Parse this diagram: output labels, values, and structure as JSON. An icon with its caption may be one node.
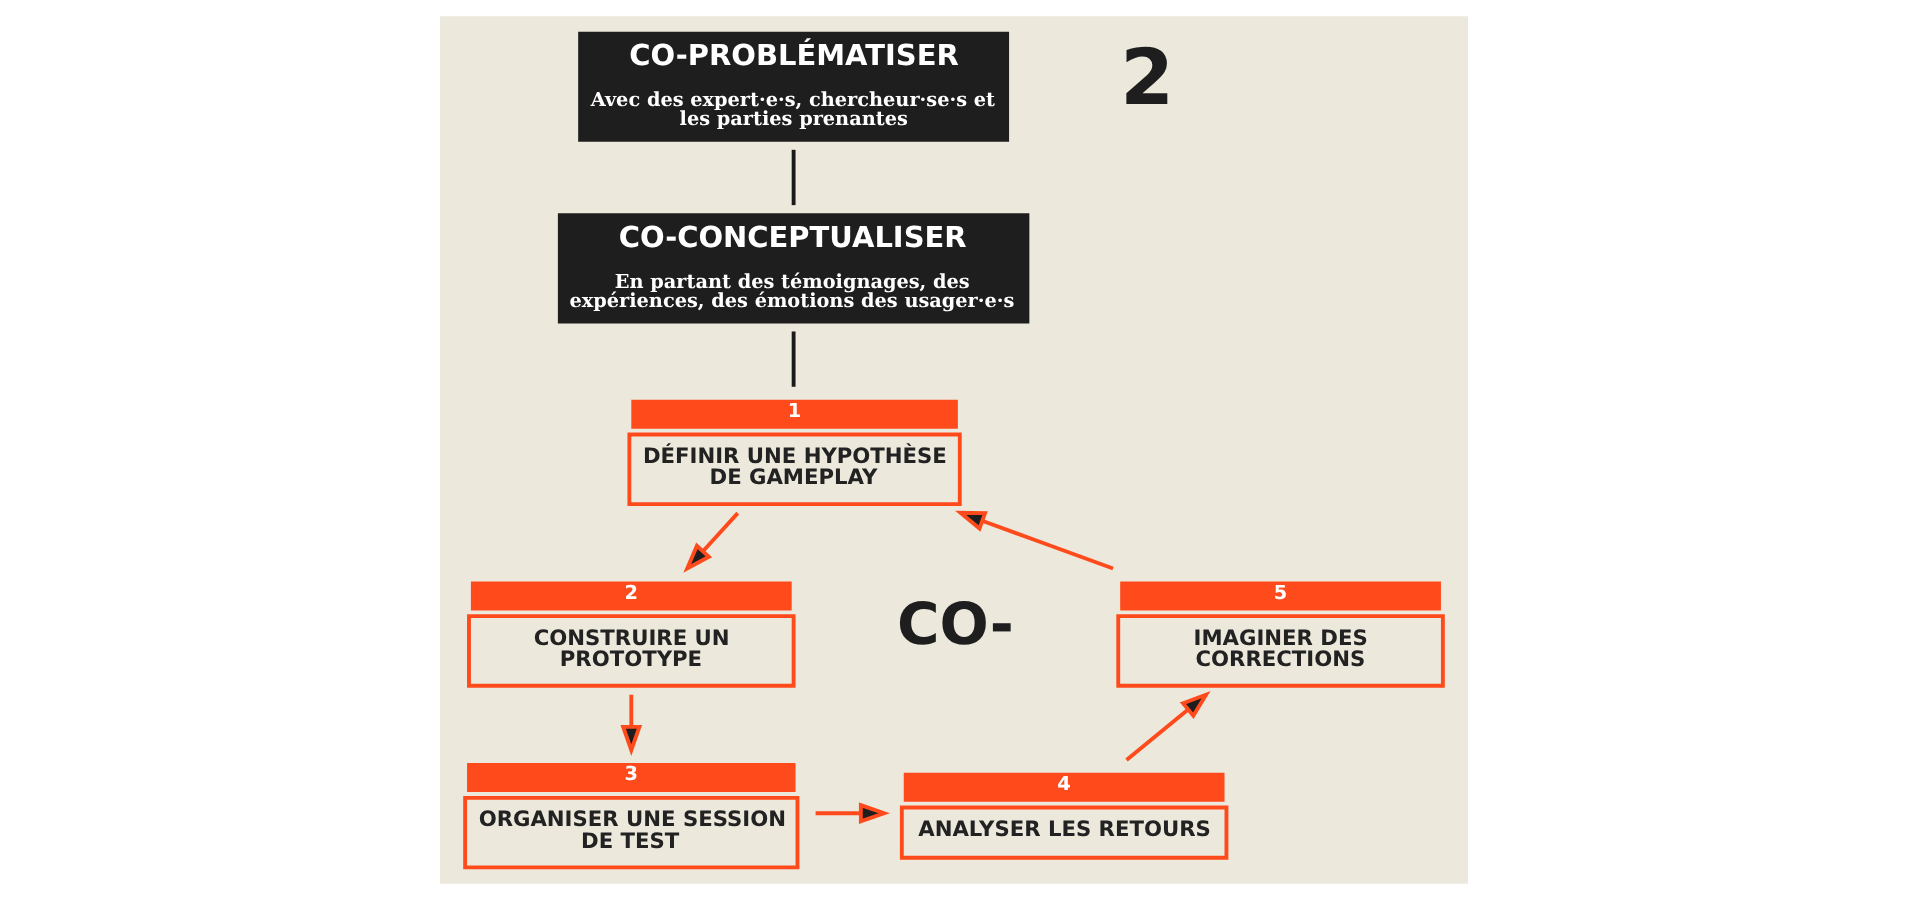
{
  "diagram": {
    "nodes": [
      {
        "text": [
          "CO-PROBLÉMATISER",
          "Avec des expert·e·s, chercheur·se·s et les parties prenantes"
        ]
      },
      {
        "text": [
          "CO-CONCEPTUALISER",
          "En partant des témoignages, des expériences, des émotions des usager·e·s"
        ]
      },
      {
        "text": [
          "DÉFINIR UNE HYPOTHÈSE DE GAMEPLAY"
        ],
        "beside": [
          "1"
        ]
      },
      {
        "text": [
          "CONSTRUIRE UN PROTOTYPE"
        ],
        "beside": [
          "2"
        ]
      },
      {
        "text": [
          "ORGANISER UNE SESSION DE TEST"
        ],
        "beside": [
          "3"
        ]
      },
      {
        "text": [
          "ANALYSER LES RETOURS"
        ],
        "beside": [
          "4"
        ]
      },
      {
        "text": [
          "IMAGINER DES CORRECTIONS"
        ],
        "beside": [
          "5"
        ]
      }
    ],
    "edges": [
      {
        "from": 0,
        "to": 1,
        "arrow": "none",
        "color": "#1a1a1a"
      },
      {
        "from": 1,
        "to": 2,
        "arrow": "none",
        "color": "#1a1a1a"
      },
      {
        "from": 2,
        "to": 3,
        "arrow": "to"
      },
      {
        "from": 3,
        "to": 4,
        "arrow": "to"
      },
      {
        "from": 4,
        "to": 5,
        "arrow": "to"
      },
      {
        "from": 5,
        "to": 6,
        "arrow": "to"
      },
      {
        "from": 6,
        "to": 2,
        "arrow": "to"
      }
    ],
    "labels": [
      "2",
      "CO-"
    ]
  }
}
